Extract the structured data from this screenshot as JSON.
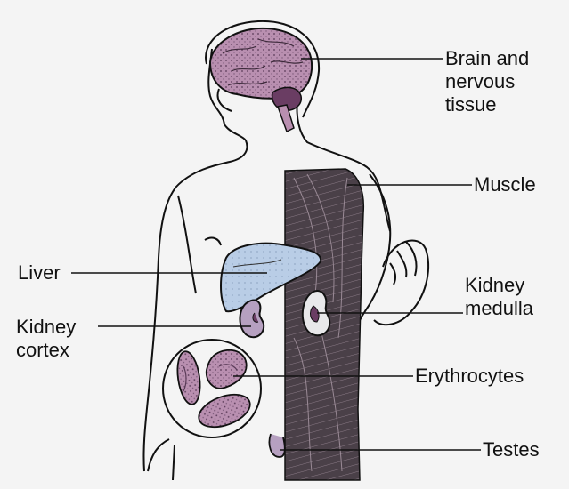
{
  "labels": {
    "brain": [
      "Brain and",
      "nervous",
      "tissue"
    ],
    "muscle": "Muscle",
    "liver": "Liver",
    "kidney_cortex": [
      "Kidney",
      "cortex"
    ],
    "kidney_medulla": [
      "Kidney",
      "medulla"
    ],
    "erythrocytes": "Erythrocytes",
    "testes": "Testes"
  },
  "colors": {
    "outline": "#111111",
    "brain_fill": "#b98fb0",
    "liver_fill": "#b9cde6",
    "muscle_fill": "#4a4048",
    "kidney_fill": "#b6a0c0",
    "cell_fill": "#b98fb0",
    "background": "#f4f4f4"
  }
}
